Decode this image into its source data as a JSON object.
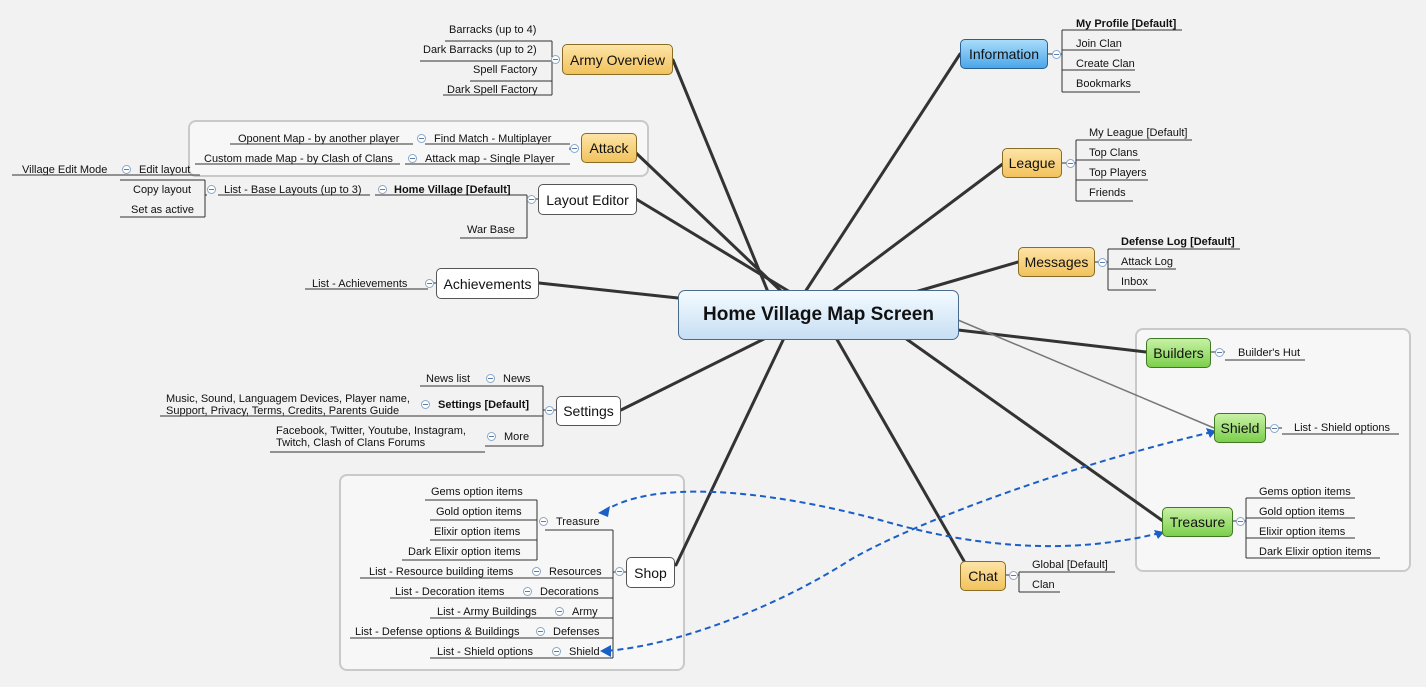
{
  "root": "Home Village Map Screen",
  "army_overview": {
    "label": "Army Overview",
    "items": [
      "Barracks (up to 4)",
      "Dark Barracks (up to 2)",
      "Spell Factory",
      "Dark Spell Factory"
    ]
  },
  "attack": {
    "label": "Attack",
    "find_match": "Find Match - Multiplayer",
    "find_match_detail": "Oponent Map - by another player",
    "attack_map": "Attack map - Single Player",
    "attack_map_detail": "Custom made Map - by Clash of Clans"
  },
  "layout_editor": {
    "label": "Layout Editor",
    "home_village": "Home Village [Default]",
    "list_layouts": "List - Base Layouts (up to 3)",
    "copy_layout": "Copy layout",
    "set_active": "Set as active",
    "edit_layout": "Edit layout",
    "village_edit_mode": "Village Edit Mode",
    "war_base": "War Base"
  },
  "achievements": {
    "label": "Achievements",
    "item": "List - Achievements"
  },
  "settings": {
    "label": "Settings",
    "news": "News",
    "news_list": "News list",
    "settings_default": "Settings [Default]",
    "settings_line1": "Music, Sound, Languagem Devices, Player name,",
    "settings_line2": "Support, Privacy, Terms, Credits, Parents Guide",
    "more": "More",
    "more_line1": "Facebook, Twitter, Youtube, Instagram,",
    "more_line2": "Twitch, Clash of Clans Forums"
  },
  "shop": {
    "label": "Shop",
    "treasure": "Treasure",
    "treasure_items": [
      "Gems option items",
      "Gold option items",
      "Elixir option items",
      "Dark Elixir option items"
    ],
    "resources": "Resources",
    "resources_item": "List - Resource building items",
    "decorations": "Decorations",
    "decorations_item": "List - Decoration items",
    "army": "Army",
    "army_item": "List - Army Buildings",
    "defenses": "Defenses",
    "defenses_item": "List - Defense options & Buildings",
    "shield": "Shield",
    "shield_item": "List - Shield options"
  },
  "information": {
    "label": "Information",
    "items": [
      "My Profile [Default]",
      "Join Clan",
      "Create Clan",
      "Bookmarks"
    ]
  },
  "league": {
    "label": "League",
    "items": [
      "My League [Default]",
      "Top Clans",
      "Top Players",
      "Friends"
    ]
  },
  "messages": {
    "label": "Messages",
    "items": [
      "Defense Log [Default]",
      "Attack Log",
      "Inbox"
    ]
  },
  "builders": {
    "label": "Builders",
    "item": "Builder's Hut"
  },
  "shield": {
    "label": "Shield",
    "item": "List - Shield options"
  },
  "treasure": {
    "label": "Treasure",
    "items": [
      "Gems option items",
      "Gold option items",
      "Elixir option items",
      "Dark Elixir option items"
    ]
  },
  "chat": {
    "label": "Chat",
    "items": [
      "Global [Default]",
      "Clan"
    ]
  },
  "colors": {
    "orange": "#f2c25d",
    "blue": "#4ba6ea",
    "green": "#7ccf4c",
    "link": "#1a5fc6"
  }
}
